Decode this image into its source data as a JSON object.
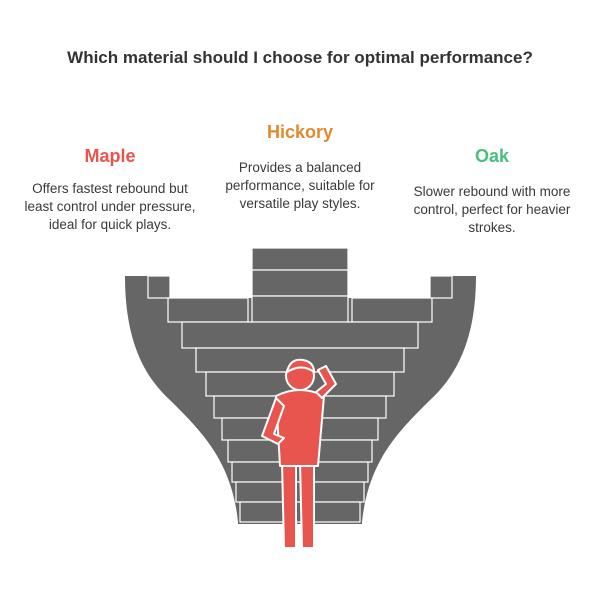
{
  "title": "Which material should I choose for optimal performance?",
  "options": [
    {
      "name": "Maple",
      "color": "#e8554e",
      "description": "Offers fastest rebound but least control under pressure, ideal for quick plays."
    },
    {
      "name": "Hickory",
      "color": "#e08a2c",
      "description": "Provides a balanced performance, suitable for versatile play styles."
    },
    {
      "name": "Oak",
      "color": "#49c07a",
      "description": "Slower rebound with more control, perfect for heavier strokes."
    }
  ],
  "colors": {
    "stairs": "#666666",
    "stair_edge": "#ffffff",
    "person": "#e8554e"
  },
  "icons": [
    "staircase-illustration",
    "thinking-person-icon"
  ]
}
